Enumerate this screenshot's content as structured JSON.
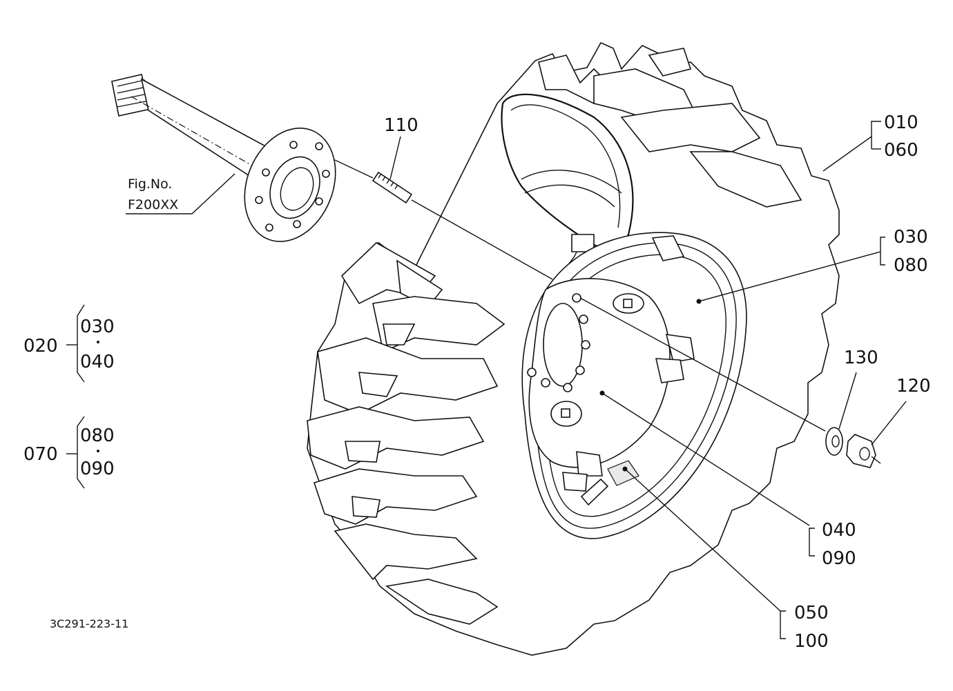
{
  "callouts": {
    "c010": "010",
    "c060": "060",
    "c030": "030",
    "c080": "080",
    "c110": "110",
    "c130": "130",
    "c120": "120",
    "c040": "040",
    "c090": "090",
    "c050": "050",
    "c100": "100"
  },
  "reference": {
    "line1": "Fig.No.",
    "line2": "F200XX"
  },
  "legend": {
    "g1_parent": "020",
    "g1_top": "030",
    "g1_bottom": "040",
    "g2_parent": "070",
    "g2_top": "080",
    "g2_bottom": "090"
  },
  "drawing_number": "3C291-223-11"
}
